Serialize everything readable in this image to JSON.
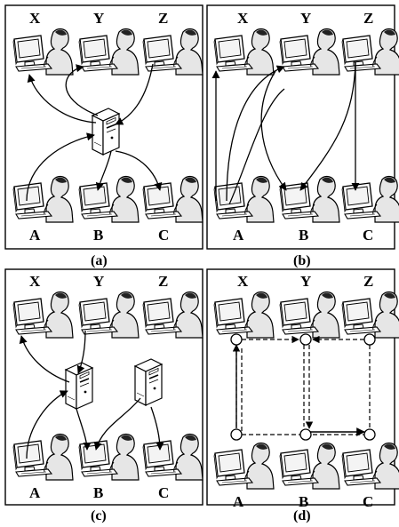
{
  "panels": [
    {
      "caption": "(a)",
      "top_labels": [
        "X",
        "Y",
        "Z"
      ],
      "bottom_labels": [
        "A",
        "B",
        "C"
      ],
      "servers": 1,
      "topology": "single central server relaying between all users"
    },
    {
      "caption": "(b)",
      "top_labels": [
        "X",
        "Y",
        "Z"
      ],
      "bottom_labels": [
        "A",
        "B",
        "C"
      ],
      "servers": 0,
      "topology": "direct client-to-client links"
    },
    {
      "caption": "(c)",
      "top_labels": [
        "X",
        "Y",
        "Z"
      ],
      "bottom_labels": [
        "A",
        "B",
        "C"
      ],
      "servers": 2,
      "topology": "two intermediate servers"
    },
    {
      "caption": "(d)",
      "top_labels": [
        "X",
        "Y",
        "Z"
      ],
      "bottom_labels": [
        "A",
        "B",
        "C"
      ],
      "servers": 0,
      "topology": "overlay nodes with dashed peer links"
    }
  ],
  "colors": {
    "ink": "#000000",
    "person_fill": "#ededed",
    "computer_fill": "#ffffff",
    "server_fill": "#ffffff",
    "background": "#ffffff"
  },
  "icons": [
    "user-workstation-icon",
    "server-tower-icon",
    "overlay-node-icon"
  ]
}
